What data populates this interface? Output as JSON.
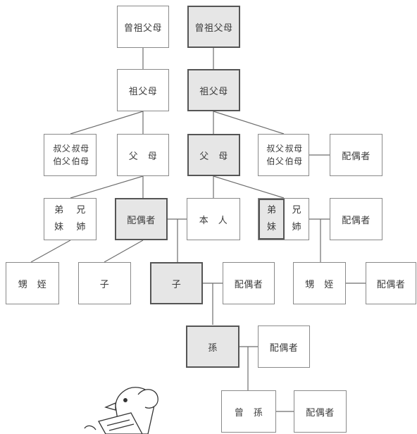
{
  "labels": {
    "g_great_grandparents_l": "曾祖父母",
    "g_great_grandparents_r": "曾祖父母",
    "g_grandparents_l": "祖父母",
    "g_grandparents_r": "祖父母",
    "uncle_aunt_l": {
      "r1a": "叔父",
      "r1b": "叔母",
      "r2a": "伯父",
      "r2b": "伯母"
    },
    "uncle_aunt_r": {
      "r1a": "叔父",
      "r1b": "叔母",
      "r2a": "伯父",
      "r2b": "伯母"
    },
    "parents_l": "父　母",
    "parents_r": "父　母",
    "spouse_uncle": "配偶者",
    "siblings_l": {
      "a": "弟",
      "b": "兄",
      "c": "妹",
      "d": "姉"
    },
    "spouse_self": "配偶者",
    "self": "本　人",
    "siblings_r": {
      "a": "弟",
      "b": "兄",
      "c": "妹",
      "d": "姉"
    },
    "spouse_sibling": "配偶者",
    "nephew_l": "甥　姪",
    "child_l": "子",
    "child": "子",
    "spouse_child": "配偶者",
    "nephew_r": "甥　姪",
    "spouse_nephew": "配偶者",
    "grandchild": "孫",
    "spouse_grandchild": "配偶者",
    "great_grandchild": "曾　孫",
    "spouse_great_grandchild": "配偶者"
  },
  "colors": {
    "line": "#6e6e6e",
    "highlight_fill": "#e6e6e6",
    "box_border": "#8a8a8a"
  }
}
